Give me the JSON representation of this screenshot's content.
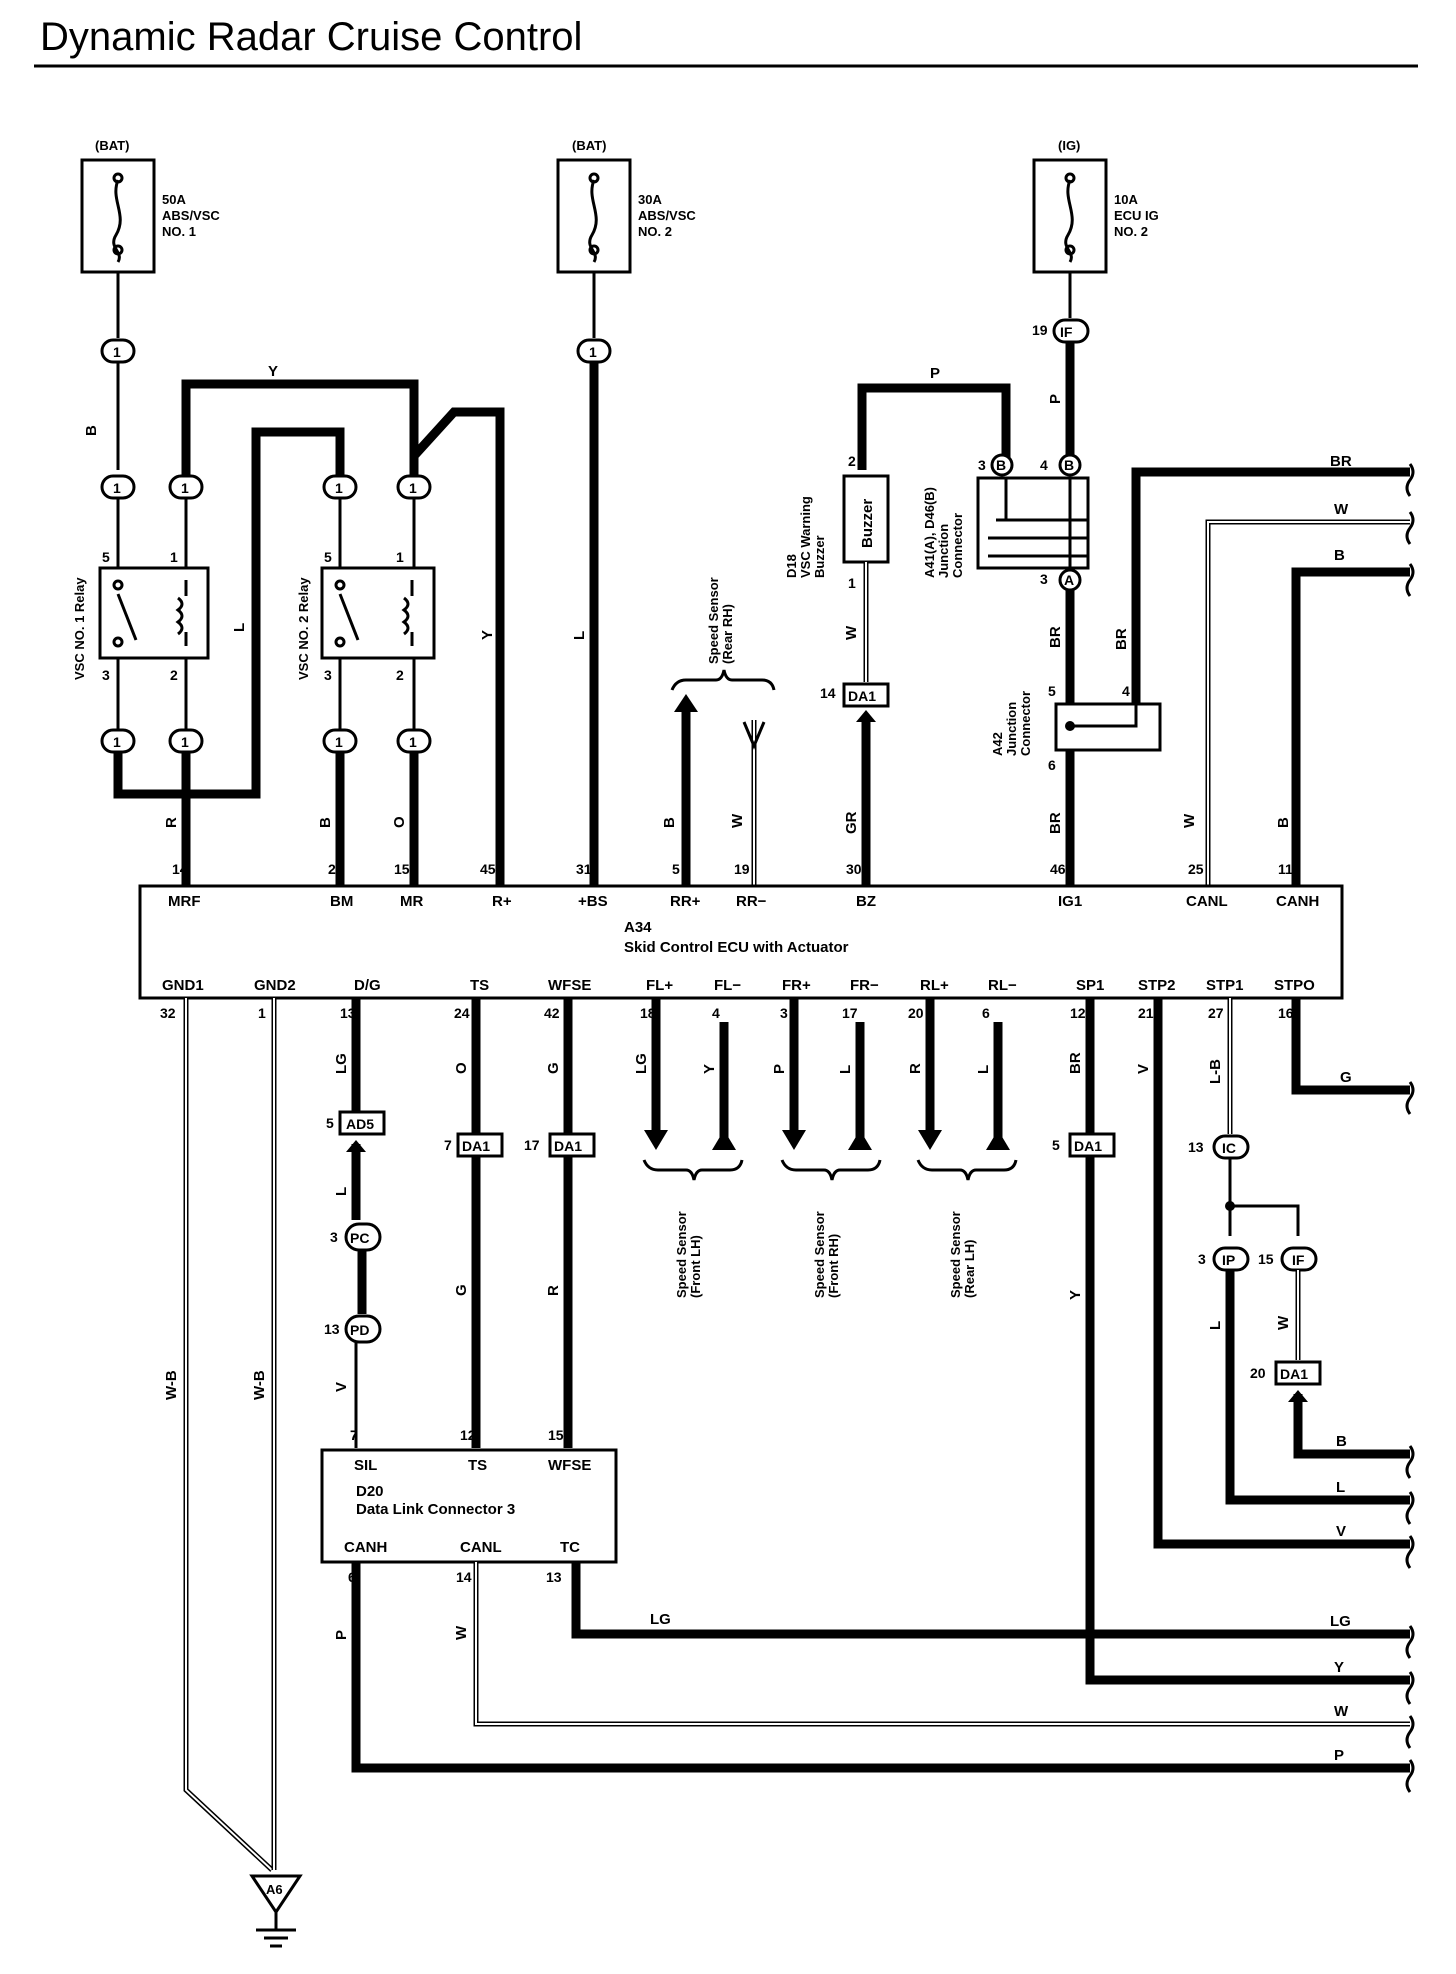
{
  "title": "Dynamic Radar Cruise Control",
  "fuses": [
    {
      "source": "(BAT)",
      "rating": "50A",
      "name1": "ABS/VSC",
      "name2": "NO. 1"
    },
    {
      "source": "(BAT)",
      "rating": "30A",
      "name1": "ABS/VSC",
      "name2": "NO. 2"
    },
    {
      "source": "(IG)",
      "rating": "10A",
      "name1": "ECU IG",
      "name2": "NO. 2"
    }
  ],
  "relays": [
    {
      "name": "VSC NO. 1 Relay",
      "pins": [
        "5",
        "1",
        "3",
        "2"
      ]
    },
    {
      "name": "VSC NO. 2 Relay",
      "pins": [
        "5",
        "1",
        "3",
        "2"
      ]
    }
  ],
  "ecu": {
    "id": "A34",
    "name": "Skid Control ECU with Actuator",
    "top_terminals": [
      {
        "pin": "14",
        "name": "MRF",
        "wire": "R"
      },
      {
        "pin": "2",
        "name": "BM",
        "wire": "B"
      },
      {
        "pin": "15",
        "name": "MR",
        "wire": "O"
      },
      {
        "pin": "45",
        "name": "R+",
        "wire": "Y"
      },
      {
        "pin": "31",
        "name": "+BS",
        "wire": "L"
      },
      {
        "pin": "5",
        "name": "RR+",
        "wire": "B"
      },
      {
        "pin": "19",
        "name": "RR−",
        "wire": "W"
      },
      {
        "pin": "30",
        "name": "BZ",
        "wire": "GR"
      },
      {
        "pin": "46",
        "name": "IG1",
        "wire": "BR"
      },
      {
        "pin": "25",
        "name": "CANL",
        "wire": "W"
      },
      {
        "pin": "11",
        "name": "CANH",
        "wire": "B"
      }
    ],
    "bottom_terminals": [
      {
        "pin": "32",
        "name": "GND1",
        "wire": "W-B"
      },
      {
        "pin": "1",
        "name": "GND2",
        "wire": "W-B"
      },
      {
        "pin": "13",
        "name": "D/G",
        "wire": "LG"
      },
      {
        "pin": "24",
        "name": "TS",
        "wire": "O"
      },
      {
        "pin": "42",
        "name": "WFSE",
        "wire": "G"
      },
      {
        "pin": "18",
        "name": "FL+",
        "wire": "LG"
      },
      {
        "pin": "4",
        "name": "FL−",
        "wire": "Y"
      },
      {
        "pin": "3",
        "name": "FR+",
        "wire": "P"
      },
      {
        "pin": "17",
        "name": "FR−",
        "wire": "L"
      },
      {
        "pin": "20",
        "name": "RL+",
        "wire": "R"
      },
      {
        "pin": "6",
        "name": "RL−",
        "wire": "L"
      },
      {
        "pin": "12",
        "name": "SP1",
        "wire": "BR"
      },
      {
        "pin": "21",
        "name": "STP2",
        "wire": "V"
      },
      {
        "pin": "27",
        "name": "STP1",
        "wire": "L-B"
      },
      {
        "pin": "16",
        "name": "STPO",
        "wire": "G"
      }
    ]
  },
  "dlc": {
    "id": "D20",
    "name": "Data Link Connector 3",
    "top_terminals": [
      {
        "pin": "7",
        "name": "SIL"
      },
      {
        "pin": "12",
        "name": "TS"
      },
      {
        "pin": "15",
        "name": "WFSE"
      }
    ],
    "bottom_terminals": [
      {
        "pin": "6",
        "name": "CANH",
        "wire": "P"
      },
      {
        "pin": "14",
        "name": "CANL",
        "wire": "W"
      },
      {
        "pin": "13",
        "name": "TC",
        "wire": "LG"
      }
    ]
  },
  "buzzer": {
    "id": "D18",
    "line1": "VSC Warning",
    "line2": "Buzzer",
    "label": "Buzzer",
    "pin_top": "2",
    "pin_bottom": "1"
  },
  "junction_a41": {
    "line1": "A41(A), D46(B)",
    "line2": "Junction",
    "line3": "Connector",
    "pins": [
      "3",
      "4",
      "3"
    ],
    "letters": [
      "B",
      "B",
      "A"
    ]
  },
  "junction_a42": {
    "id": "A42",
    "line1": "Junction",
    "line2": "Connector",
    "pins": [
      "5",
      "4",
      "6"
    ]
  },
  "connectors": {
    "c1": "1",
    "if19_pin": "19",
    "if19": "IF",
    "da1": "DA1",
    "ad5": "AD5",
    "ad5_pin": "5",
    "pc": "PC",
    "pc_pin": "3",
    "pd": "PD",
    "pd_pin": "13",
    "ic": "IC",
    "ic_pin": "13",
    "ip": "IP",
    "ip_pin": "3",
    "if15": "IF",
    "if15_pin": "15",
    "da1_14": "14",
    "da1_7": "7",
    "da1_17": "17",
    "da1_5": "5",
    "da1_20": "20"
  },
  "speed_sensors": [
    {
      "line1": "Speed Sensor",
      "line2": "(Rear RH)"
    },
    {
      "line1": "Speed Sensor",
      "line2": "(Front LH)"
    },
    {
      "line1": "Speed Sensor",
      "line2": "(Front RH)"
    },
    {
      "line1": "Speed Sensor",
      "line2": "(Rear LH)"
    }
  ],
  "wire_labels": {
    "y_top": "Y",
    "b_fuse1": "B",
    "l_relay": "L",
    "y_r2": "Y",
    "l_bs": "L",
    "p_top": "P",
    "p_ig": "P",
    "w_buzzer": "W",
    "br1": "BR",
    "br2": "BR",
    "ts_g": "G",
    "wfse_r": "R",
    "dg_l": "L",
    "pd_v": "V",
    "sp1_y": "Y",
    "stp1_l": "L",
    "if_w": "W"
  },
  "right_wires_top": [
    "BR",
    "W",
    "B"
  ],
  "right_wires_mid": [
    "G"
  ],
  "right_wires_low": [
    "B",
    "L",
    "V"
  ],
  "right_wires_bottom": [
    "LG",
    "LG",
    "Y",
    "W",
    "P"
  ],
  "ground": "A6"
}
